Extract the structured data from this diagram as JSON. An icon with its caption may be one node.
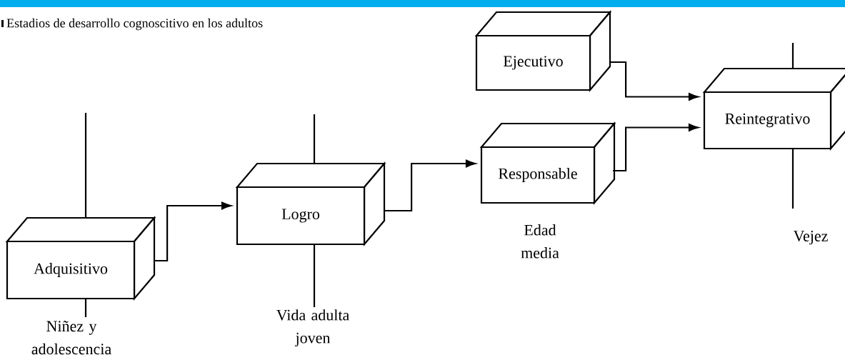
{
  "diagram": {
    "title": "Estadios de desarrollo cognoscitivo en los adultos",
    "nodes": [
      {
        "text": [
          "Adquisitivo"
        ],
        "beside": [
          "Niñez y adolescencia"
        ]
      },
      {
        "text": [
          "Logro"
        ]
      },
      {
        "text": [
          "Ejecutivo"
        ]
      },
      {
        "text": [
          "Responsable"
        ],
        "beside": [
          "Edad media"
        ]
      },
      {
        "text": [
          "Reintegrativo"
        ]
      }
    ],
    "edges": [
      {
        "from": 0,
        "to": 1,
        "arrow": "to"
      },
      {
        "from": 1,
        "to": 3,
        "arrow": "to"
      },
      {
        "from": 2,
        "to": 4,
        "arrow": "to"
      },
      {
        "from": 3,
        "to": 4,
        "arrow": "to"
      }
    ],
    "labels": [
      "Vida adulta joven",
      "Vejez"
    ]
  }
}
